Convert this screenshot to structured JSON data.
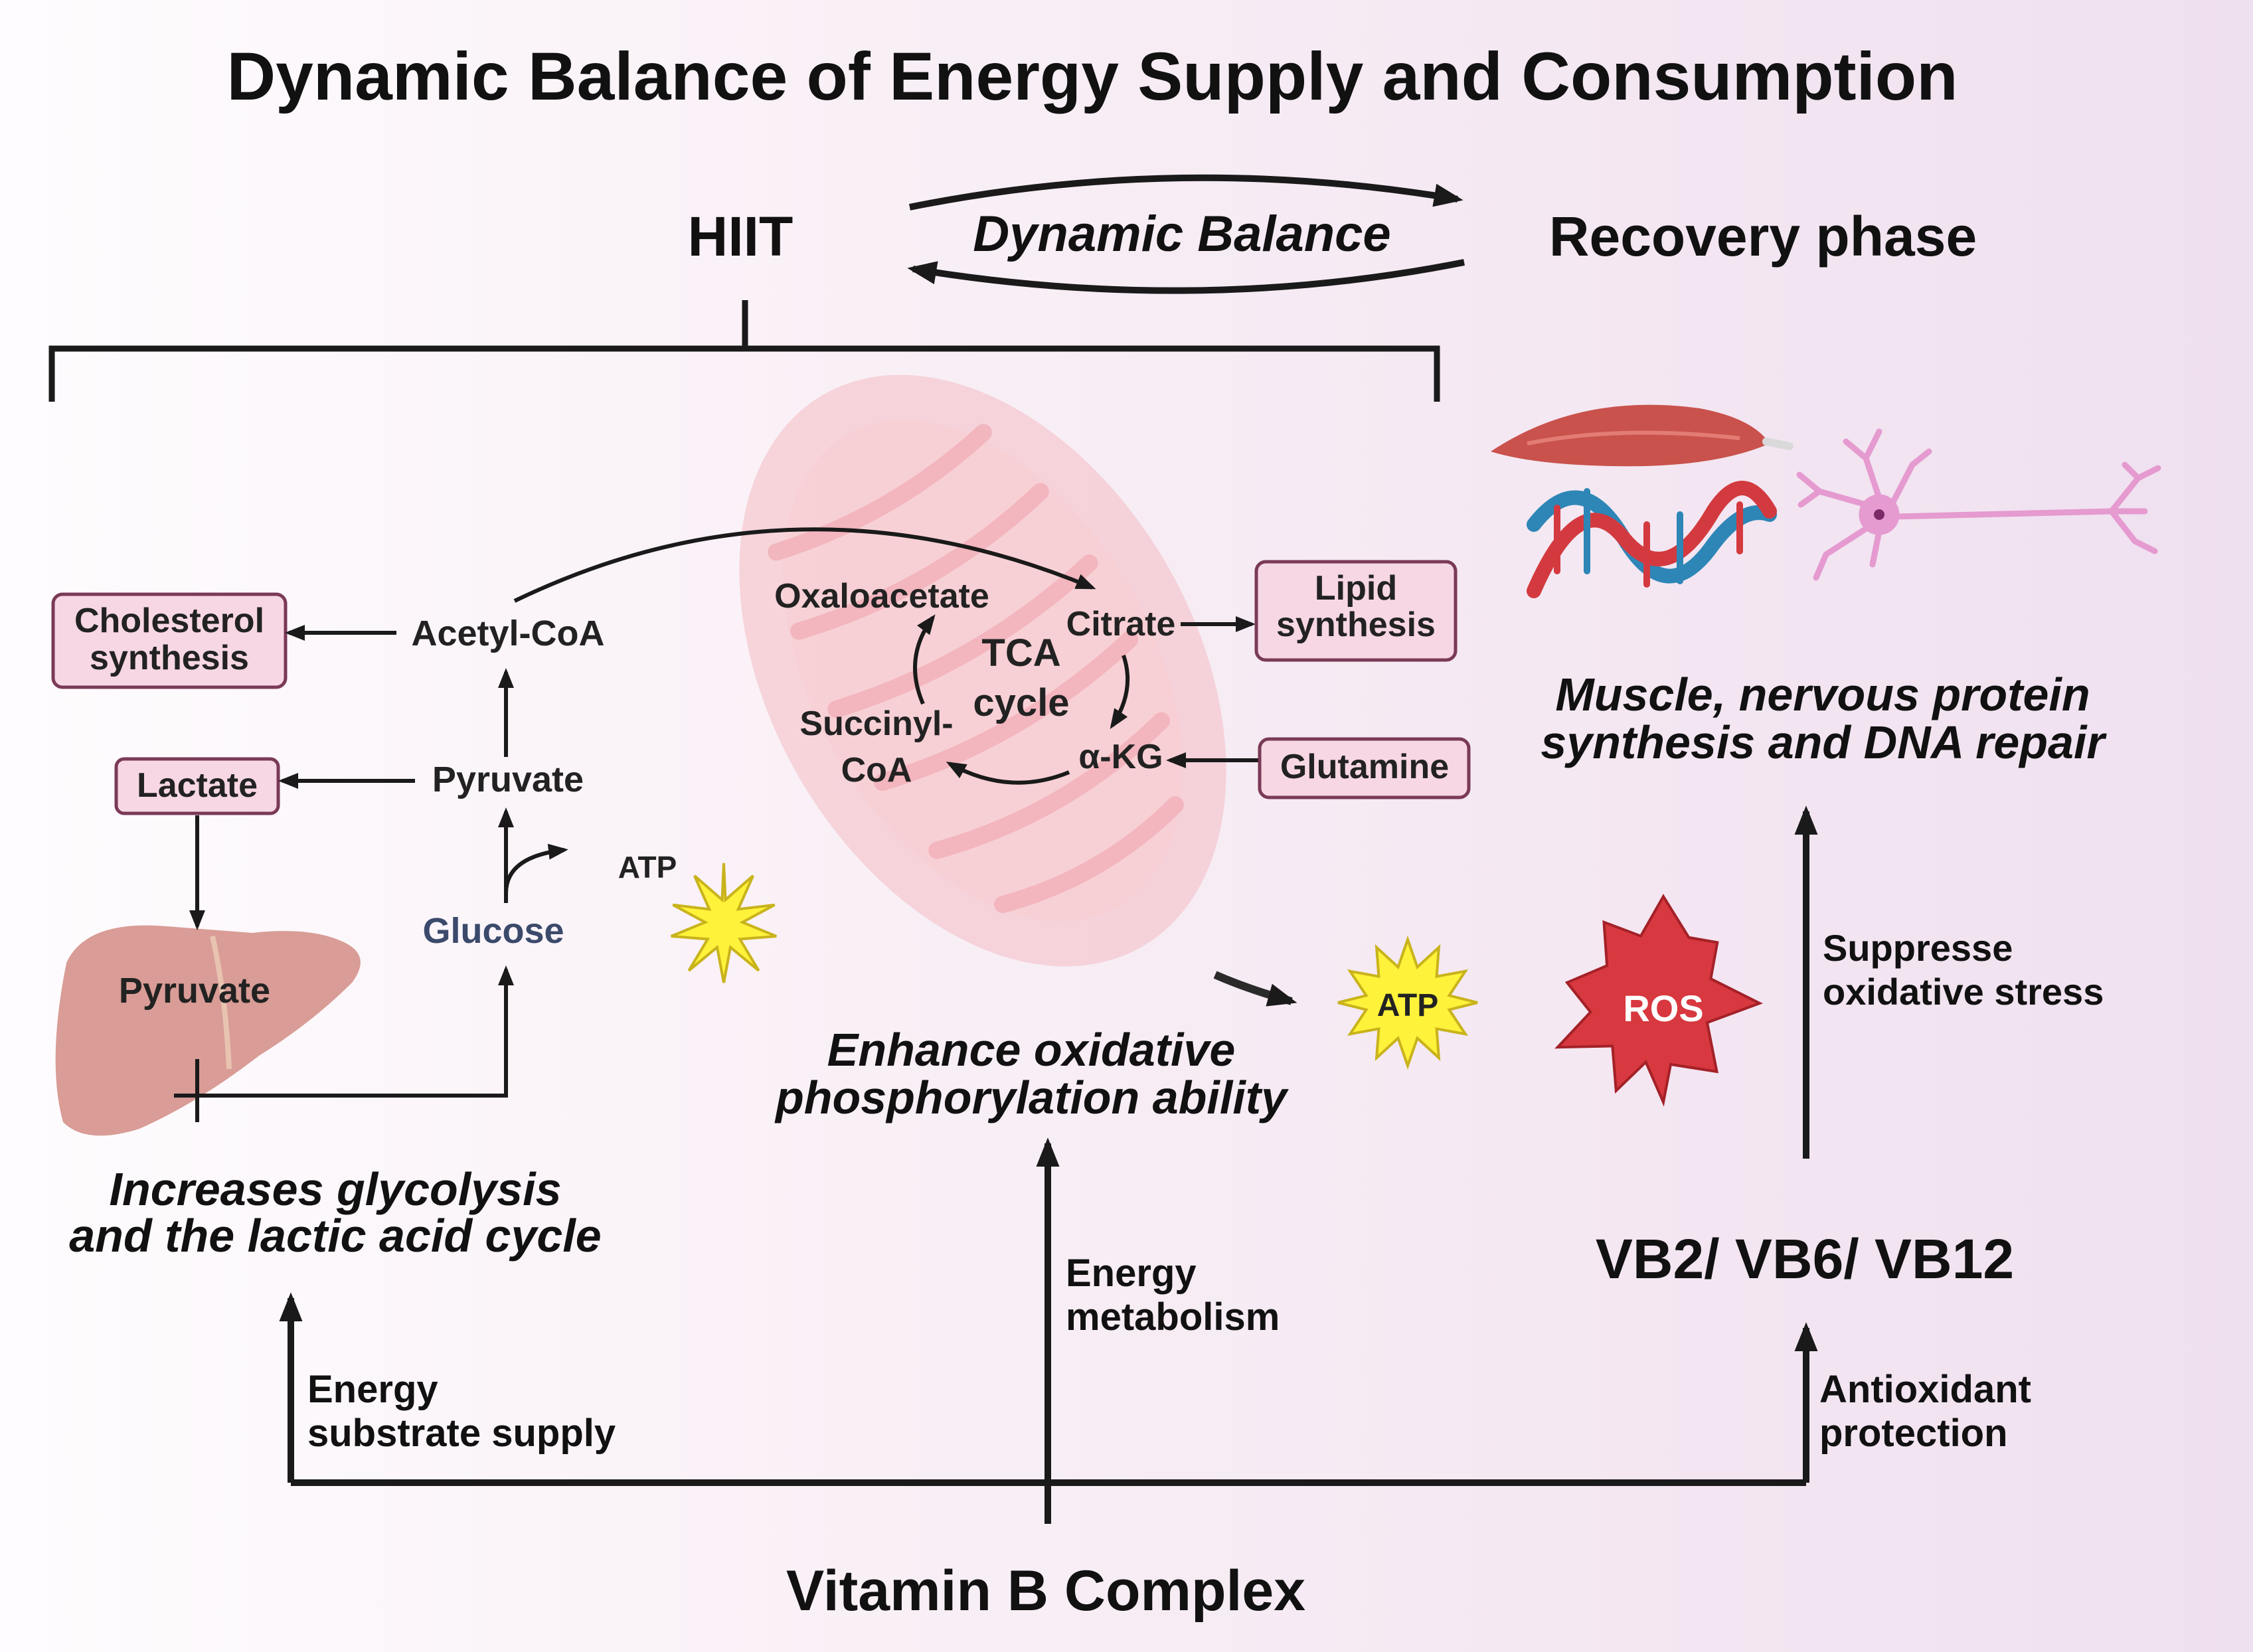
{
  "title": "Dynamic Balance of Energy Supply and Consumption",
  "top": {
    "hiit": "HIIT",
    "balance": "Dynamic Balance",
    "recovery": "Recovery phase"
  },
  "glycolysis": {
    "cholesterol_1": "Cholesterol",
    "cholesterol_2": "synthesis",
    "acetyl_coa": "Acetyl-CoA",
    "lactate": "Lactate",
    "pyruvate": "Pyruvate",
    "atp": "ATP",
    "glucose": "Glucose",
    "liver_pyruvate": "Pyruvate",
    "caption_1": "Increases glycolysis",
    "caption_2": "and the lactic acid cycle"
  },
  "tca": {
    "oxaloacetate": "Oxaloacetate",
    "citrate": "Citrate",
    "tca_1": "TCA",
    "tca_2": "cycle",
    "succinyl_1": "Succinyl-",
    "succinyl_2": "CoA",
    "akg": "α-KG",
    "lipid_1": "Lipid",
    "lipid_2": "synthesis",
    "glutamine": "Glutamine",
    "atp": "ATP",
    "caption_1": "Enhance oxidative",
    "caption_2": "phosphorylation ability"
  },
  "recovery": {
    "caption_1": "Muscle, nervous protein",
    "caption_2": "synthesis and DNA repair",
    "ros": "ROS",
    "suppress_1": "Suppresse",
    "suppress_2": "oxidative stress",
    "vb": "VB2/ VB6/ VB12"
  },
  "bottom": {
    "energy_supply_1": "Energy",
    "energy_supply_2": "substrate supply",
    "energy_metab_1": "Energy",
    "energy_metab_2": "metabolism",
    "antioxidant_1": "Antioxidant",
    "antioxidant_2": "protection",
    "vitamin": "Vitamin B Complex"
  },
  "colors": {
    "box_fill": "#f7d7e4",
    "box_stroke": "#7a3a57",
    "mito": "#f2b9bf",
    "atp_star": "#fff23a",
    "ros_star": "#d8383f",
    "liver": "#d99c96",
    "muscle": "#c9524c",
    "neuron": "#e59ad0",
    "dna_red": "#d33a3f",
    "dna_blue": "#2d86b6",
    "glucose_text": "#3b4a6b"
  }
}
